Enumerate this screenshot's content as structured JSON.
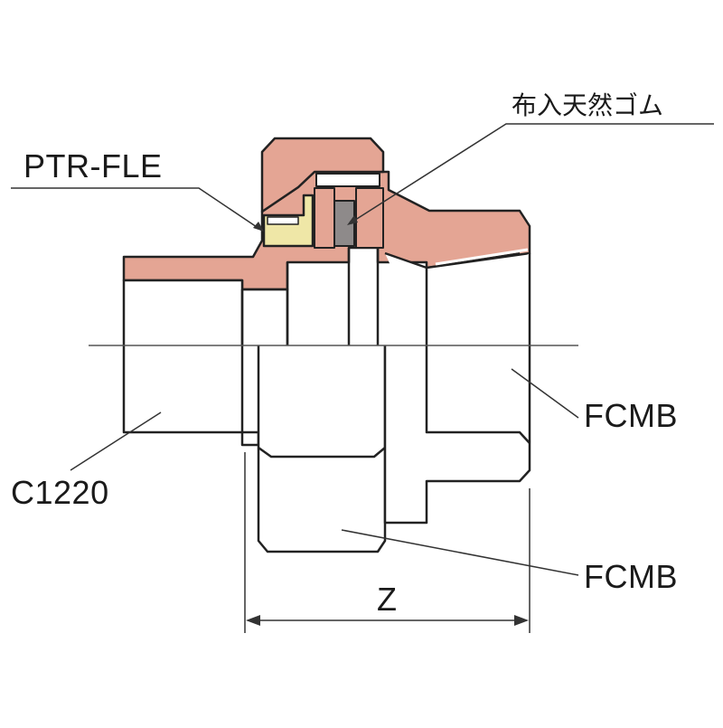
{
  "labels": {
    "rubber": "布入天然ゴム",
    "gasket": "PTR-FLE",
    "pipe_material": "C1220",
    "body_material": "FCMB",
    "nut_material": "FCMB",
    "dimension": "Z"
  },
  "colors": {
    "copper": "#e4a594",
    "gasket_fill": "#efe7a7",
    "rubber_fill": "#8e8a8a",
    "outline": "#222222",
    "leader": "#333333"
  }
}
